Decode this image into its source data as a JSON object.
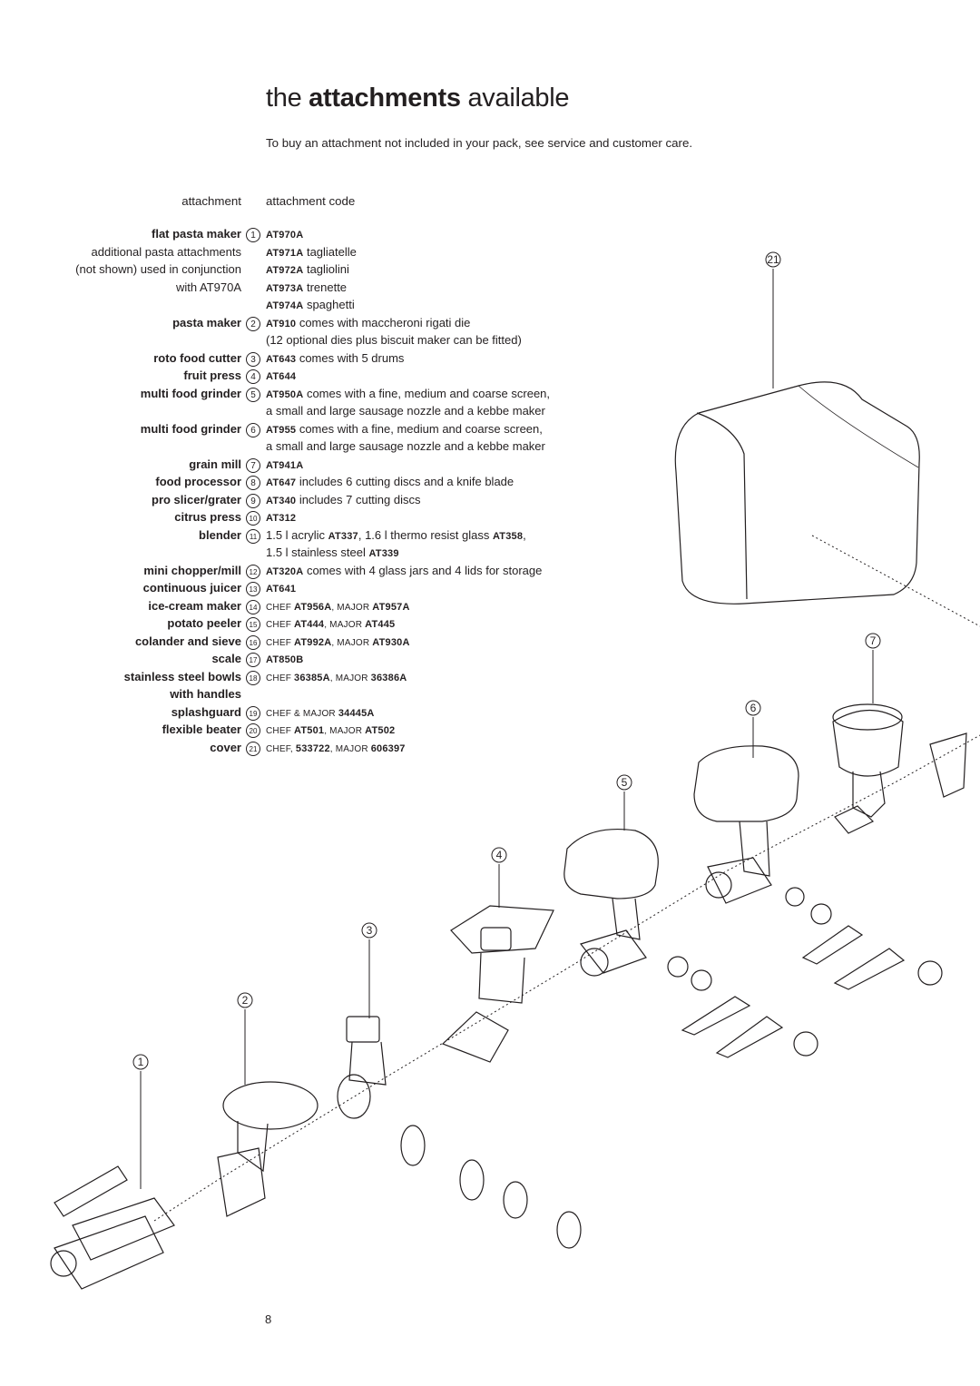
{
  "title": {
    "pre": "the ",
    "bold": "attachments",
    "post": " available"
  },
  "intro": "To buy an attachment not included in your pack, see service and customer care.",
  "columns": {
    "left": "attachment",
    "right": "attachment code"
  },
  "rows": [
    {
      "label": "flat pasta maker",
      "bold": true,
      "num": "1",
      "val": [
        {
          "c": "AT970A"
        }
      ]
    },
    {
      "label": "additional pasta attachments",
      "bold": false,
      "num": "",
      "val": [
        {
          "c": "AT971A"
        },
        {
          "t": " tagliatelle"
        }
      ]
    },
    {
      "label": "(not shown) used in conjunction",
      "bold": false,
      "num": "",
      "val": [
        {
          "c": "AT972A"
        },
        {
          "t": " tagliolini"
        }
      ]
    },
    {
      "label": "with AT970A",
      "bold": false,
      "num": "",
      "val": [
        {
          "c": "AT973A"
        },
        {
          "t": " trenette"
        }
      ]
    },
    {
      "label": "",
      "bold": false,
      "num": "",
      "val": [
        {
          "c": "AT974A"
        },
        {
          "t": " spaghetti"
        }
      ]
    },
    {
      "label": "pasta maker",
      "bold": true,
      "num": "2",
      "val": [
        {
          "c": "AT910"
        },
        {
          "t": " comes with maccheroni rigati die"
        }
      ]
    },
    {
      "label": "",
      "bold": false,
      "num": "",
      "val": [
        {
          "t": "(12 optional dies plus biscuit maker can be fitted)"
        }
      ]
    },
    {
      "label": "roto food cutter",
      "bold": true,
      "num": "3",
      "val": [
        {
          "c": "AT643"
        },
        {
          "t": " comes with 5 drums"
        }
      ]
    },
    {
      "label": "fruit press",
      "bold": true,
      "num": "4",
      "val": [
        {
          "c": "AT644"
        }
      ]
    },
    {
      "label": "multi food grinder",
      "bold": true,
      "num": "5",
      "val": [
        {
          "c": "AT950A"
        },
        {
          "t": " comes with a fine, medium and coarse screen,"
        }
      ]
    },
    {
      "label": "",
      "bold": false,
      "num": "",
      "val": [
        {
          "t": "a small and large sausage nozzle and a kebbe maker"
        }
      ]
    },
    {
      "label": "multi food grinder",
      "bold": true,
      "num": "6",
      "val": [
        {
          "c": "AT955"
        },
        {
          "t": " comes with a fine, medium and coarse screen,"
        }
      ]
    },
    {
      "label": "",
      "bold": false,
      "num": "",
      "val": [
        {
          "t": "a small and large sausage nozzle and a kebbe maker"
        }
      ]
    },
    {
      "label": "grain mill",
      "bold": true,
      "num": "7",
      "val": [
        {
          "c": "AT941A"
        }
      ]
    },
    {
      "label": "food processor",
      "bold": true,
      "num": "8",
      "val": [
        {
          "c": "AT647"
        },
        {
          "t": " includes 6 cutting discs and a knife blade"
        }
      ]
    },
    {
      "label": "pro slicer/grater",
      "bold": true,
      "num": "9",
      "val": [
        {
          "c": "AT340"
        },
        {
          "t": " includes 7 cutting discs"
        }
      ]
    },
    {
      "label": "citrus press",
      "bold": true,
      "num": "10",
      "val": [
        {
          "c": "AT312"
        }
      ]
    },
    {
      "label": "blender",
      "bold": true,
      "num": "11",
      "val": [
        {
          "t": "1.5 l acrylic "
        },
        {
          "c": "AT337"
        },
        {
          "t": ", 1.6 l thermo resist glass "
        },
        {
          "c": "AT358"
        },
        {
          "t": ","
        }
      ]
    },
    {
      "label": "",
      "bold": false,
      "num": "",
      "val": [
        {
          "t": "1.5 l stainless steel "
        },
        {
          "c": "AT339"
        }
      ]
    },
    {
      "label": "mini chopper/mill",
      "bold": true,
      "num": "12",
      "val": [
        {
          "c": "AT320A"
        },
        {
          "t": " comes with 4 glass jars and 4 lids for storage"
        }
      ]
    },
    {
      "label": "continuous juicer",
      "bold": true,
      "num": "13",
      "val": [
        {
          "c": "AT641"
        }
      ]
    },
    {
      "label": "ice-cream maker",
      "bold": true,
      "num": "14",
      "val": [
        {
          "s": "CHEF "
        },
        {
          "c": "AT956A"
        },
        {
          "s": ", MAJOR "
        },
        {
          "c": "AT957A"
        }
      ]
    },
    {
      "label": "potato peeler",
      "bold": true,
      "num": "15",
      "val": [
        {
          "s": "CHEF "
        },
        {
          "c": "AT444"
        },
        {
          "s": ", MAJOR "
        },
        {
          "c": "AT445"
        }
      ]
    },
    {
      "label": "colander and sieve",
      "bold": true,
      "num": "16",
      "val": [
        {
          "s": "CHEF "
        },
        {
          "c": "AT992A"
        },
        {
          "s": ", MAJOR "
        },
        {
          "c": "AT930A"
        }
      ]
    },
    {
      "label": "scale",
      "bold": true,
      "num": "17",
      "val": [
        {
          "c": "AT850B"
        }
      ]
    },
    {
      "label": "stainless steel bowls",
      "bold": true,
      "num": "18",
      "val": [
        {
          "s": "CHEF "
        },
        {
          "c": "36385A"
        },
        {
          "s": ", MAJOR "
        },
        {
          "c": "36386A"
        }
      ]
    },
    {
      "label": "with handles",
      "bold": true,
      "num": "",
      "val": []
    },
    {
      "label": "splashguard",
      "bold": true,
      "num": "19",
      "val": [
        {
          "s": "CHEF & MAJOR "
        },
        {
          "c": "34445A"
        }
      ]
    },
    {
      "label": "flexible beater",
      "bold": true,
      "num": "20",
      "val": [
        {
          "s": "CHEF "
        },
        {
          "c": "AT501"
        },
        {
          "s": ", MAJOR "
        },
        {
          "c": "AT502"
        }
      ]
    },
    {
      "label": "cover",
      "bold": true,
      "num": "21",
      "val": [
        {
          "s": "CHEF, "
        },
        {
          "c": "533722"
        },
        {
          "s": ", MAJOR "
        },
        {
          "c": "606397"
        }
      ]
    }
  ],
  "callouts": [
    "1",
    "2",
    "3",
    "4",
    "5",
    "6",
    "7",
    "21"
  ],
  "page_number": "8"
}
